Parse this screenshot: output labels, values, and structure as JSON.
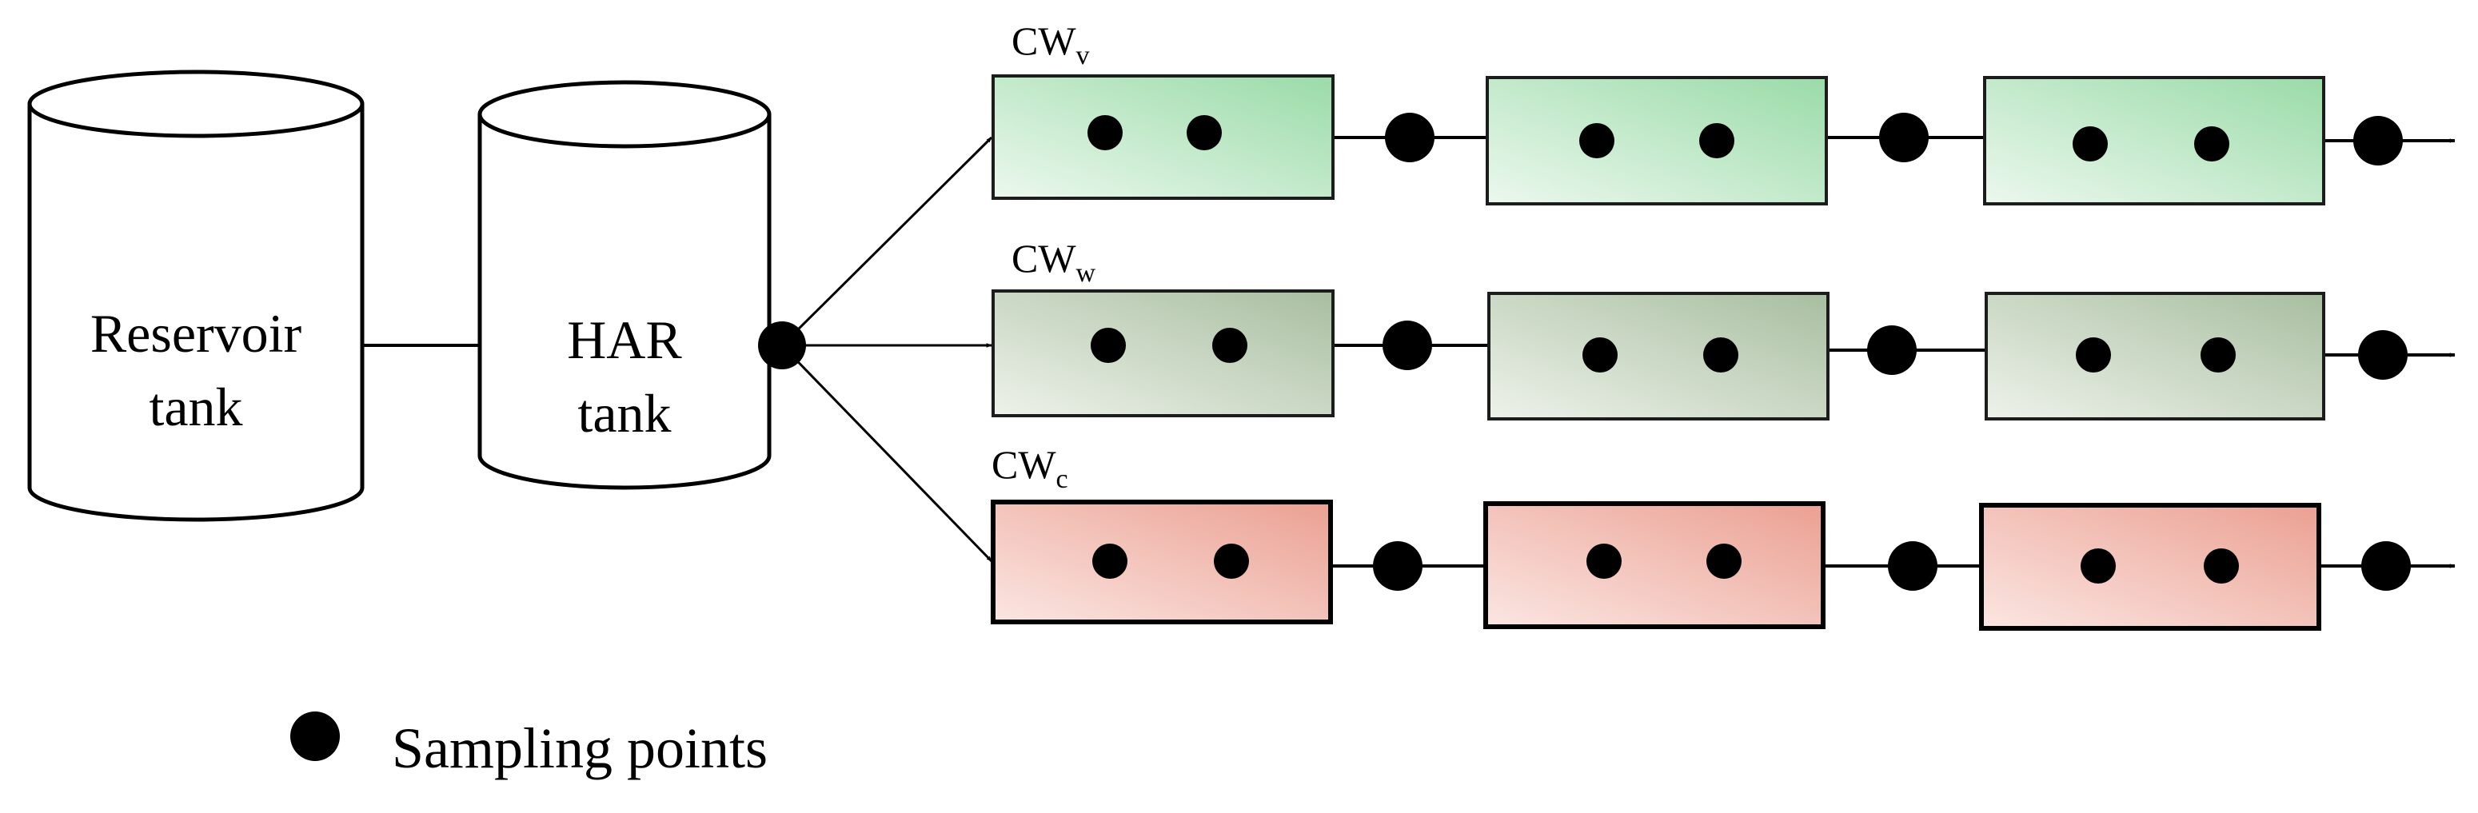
{
  "tanks": {
    "reservoir": {
      "line1": "Reservoir",
      "line2": "tank"
    },
    "har": {
      "line1": "HAR",
      "line2": "tank"
    }
  },
  "wetlands": [
    {
      "prefix": "CW",
      "subscript": "v",
      "gradient": [
        "#ecf8ee",
        "#9adba8"
      ],
      "border": "#1c1c1c"
    },
    {
      "prefix": "CW",
      "subscript": "w",
      "gradient": [
        "#eef2ea",
        "#a8bea0"
      ],
      "border": "#1c1c1c"
    },
    {
      "prefix": "CW",
      "subscript": "c",
      "gradient": [
        "#fbe6e2",
        "#eba092"
      ],
      "border": "#000000"
    }
  ],
  "legend": {
    "label": "Sampling points"
  },
  "colors": {
    "stroke": "#000000",
    "dot": "#000000",
    "background": "#ffffff"
  }
}
